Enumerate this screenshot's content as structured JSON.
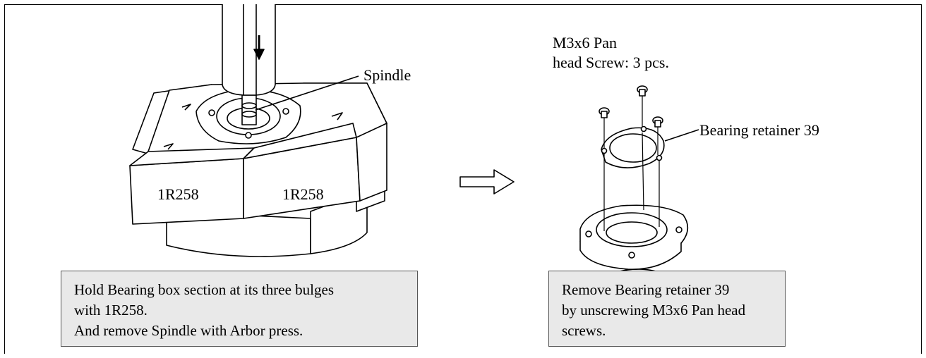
{
  "left_figure": {
    "spindle_label": "Spindle",
    "tool_label_a": "1R258",
    "tool_label_b": "1R258",
    "caption_lines": [
      "Hold Bearing box section at its three bulges",
      "with 1R258.",
      "And remove Spindle with Arbor press."
    ]
  },
  "right_figure": {
    "screw_label_line1": "M3x6 Pan",
    "screw_label_line2": "head Screw: 3 pcs.",
    "retainer_label": "Bearing retainer 39",
    "caption_lines": [
      "Remove Bearing retainer 39",
      "by unscrewing M3x6 Pan head",
      "screws."
    ]
  },
  "colors": {
    "caption_bg": "#e9e9e9",
    "line": "#000000",
    "border": "#555555"
  }
}
